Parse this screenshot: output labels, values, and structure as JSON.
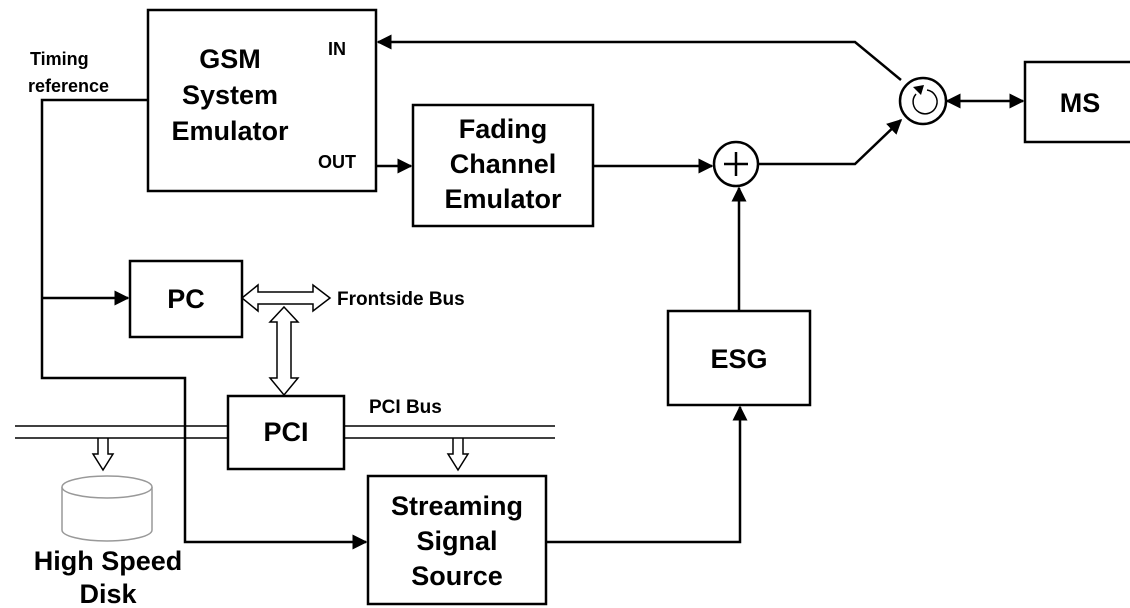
{
  "blocks": {
    "gsm": [
      "GSM",
      "System",
      "Emulator"
    ],
    "gsm_in": "IN",
    "gsm_out": "OUT",
    "fading": [
      "Fading",
      "Channel",
      "Emulator"
    ],
    "ms": "MS",
    "pc": "PC",
    "pci": "PCI",
    "esg": "ESG",
    "streaming": [
      "Streaming",
      "Signal",
      "Source"
    ],
    "disk": [
      "High Speed",
      "Disk"
    ]
  },
  "labels": {
    "timing": [
      "Timing",
      "reference"
    ],
    "frontside_bus": "Frontside Bus",
    "pci_bus": "PCI Bus"
  },
  "symbols": {
    "adder": "+"
  }
}
